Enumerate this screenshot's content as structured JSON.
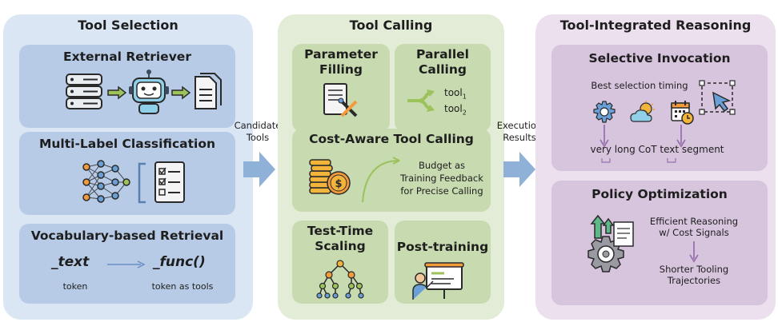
{
  "tool_selection": {
    "title": "Tool Selection",
    "external_retriever": {
      "title": "External Retriever"
    },
    "multi_label": {
      "title": "Multi-Label Classification"
    },
    "vocab": {
      "title": "Vocabulary-based Retrieval",
      "text_token": "_text",
      "func_token": "_func()",
      "token_label": "token",
      "tools_label": "token as tools"
    }
  },
  "connector1": {
    "line1": "Candidate",
    "line2": "Tools"
  },
  "tool_calling": {
    "title": "Tool Calling",
    "parameter_filling": {
      "line1": "Parameter",
      "line2": "Filling"
    },
    "parallel_calling": {
      "line1": "Parallel",
      "line2": "Calling",
      "tool_a": "tool",
      "tool_a_sub": "1",
      "tool_b": "tool",
      "tool_b_sub": "2"
    },
    "cost_aware": {
      "title": "Cost-Aware Tool Calling",
      "line1": "Budget as",
      "line2": "Training Feedback",
      "line3": "for Precise Calling"
    },
    "test_time": {
      "line1": "Test-Time",
      "line2": "Scaling"
    },
    "post_training": {
      "title": "Post-training"
    }
  },
  "connector2": {
    "line1": "Execution",
    "line2": "Results"
  },
  "tir": {
    "title": "Tool-Integrated Reasoning",
    "selective": {
      "title": "Selective Invocation",
      "timing": "Best selection timing",
      "segment": "very long CoT text segment"
    },
    "policy": {
      "title": "Policy Optimization",
      "line1": "Efficient Reasoning",
      "line2": "w/ Cost Signals",
      "line3": "Shorter Tooling",
      "line4": "Trajectories"
    }
  },
  "colors": {
    "blue_panel": "#dbe6f4",
    "green_panel": "#e3ecd6",
    "purple_panel": "#ece0ef",
    "arrow": "#8fb1d8"
  }
}
